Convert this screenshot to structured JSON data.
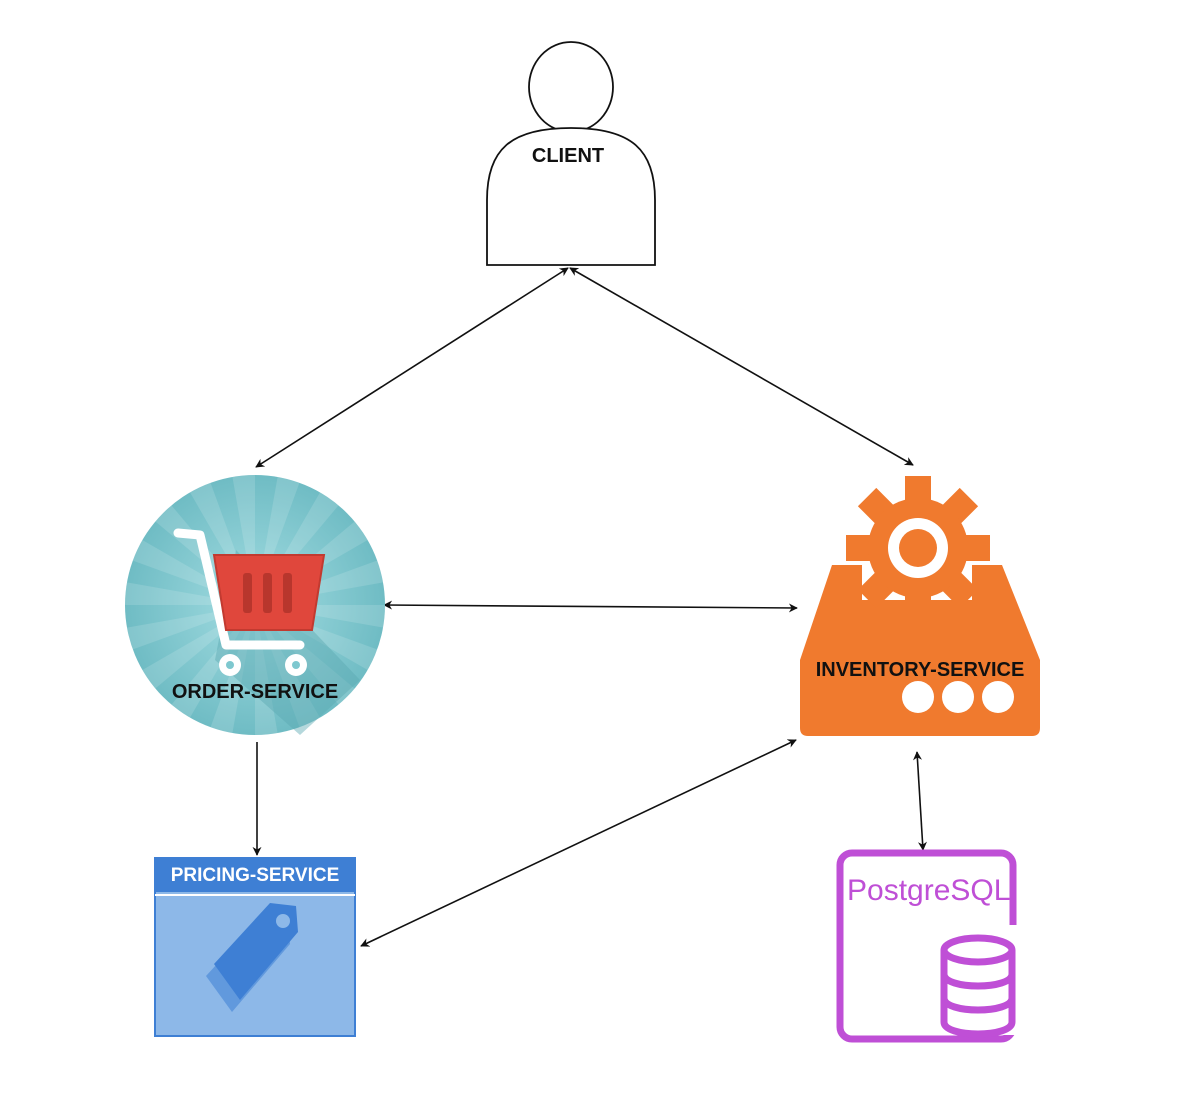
{
  "nodes": {
    "client": {
      "label": "CLIENT",
      "icon": "person-icon"
    },
    "order_service": {
      "label": "ORDER-SERVICE",
      "icon": "shopping-cart-icon"
    },
    "inventory_service": {
      "label": "INVENTORY-SERVICE",
      "icon": "gear-server-icon"
    },
    "pricing_service": {
      "label": "PRICING-SERVICE",
      "icon": "price-tag-icon"
    },
    "postgresql": {
      "label": "PostgreSQL",
      "icon": "database-icon"
    }
  },
  "edges": [
    {
      "from": "client",
      "to": "order_service",
      "direction": "both"
    },
    {
      "from": "client",
      "to": "inventory_service",
      "direction": "both"
    },
    {
      "from": "order_service",
      "to": "inventory_service",
      "direction": "both"
    },
    {
      "from": "order_service",
      "to": "pricing_service",
      "direction": "forward"
    },
    {
      "from": "pricing_service",
      "to": "inventory_service",
      "direction": "both"
    },
    {
      "from": "inventory_service",
      "to": "postgresql",
      "direction": "both"
    }
  ],
  "colors": {
    "order_circle": "#7ec8cf",
    "cart_basket": "#e0473c",
    "inventory": "#f07a2e",
    "pricing_fill": "#8db8e8",
    "pricing_header": "#3e7fd4",
    "postgres": "#bf4fd6"
  }
}
